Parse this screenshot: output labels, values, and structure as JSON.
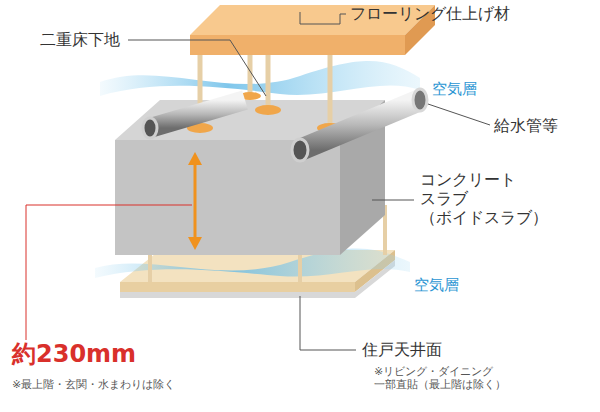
{
  "diagram": {
    "labels": [
      "フローリング仕上げ材",
      "二重床下地",
      "空気層",
      "給水管等",
      "コンクリート スラブ （ボイドスラブ）",
      "空気層",
      "約230mm",
      "※最上階・玄関・水まわりは除く",
      "住戸天井面",
      "※リビング・ダイニング 一部直貼（最上階は除く）"
    ]
  }
}
